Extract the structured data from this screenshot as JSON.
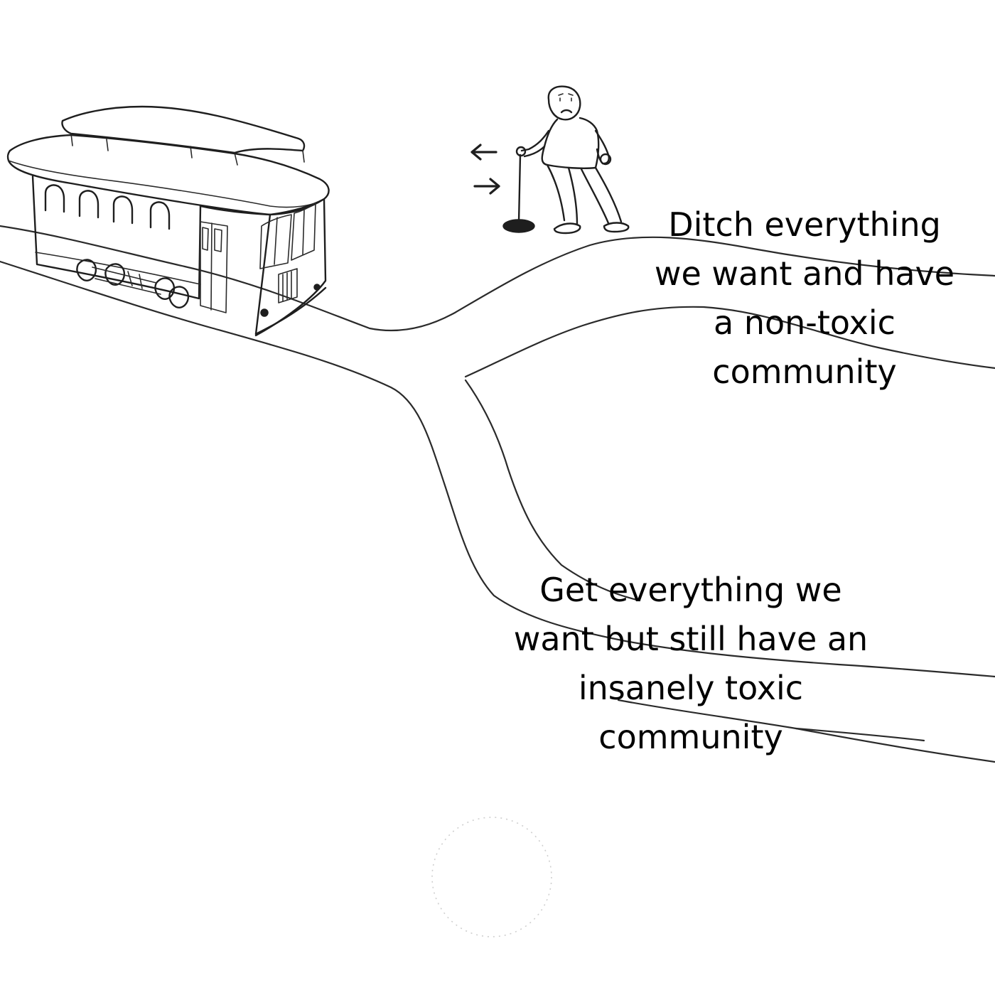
{
  "captions": {
    "top_track": "Ditch everything\nwe want and have\na non-toxic\ncommunity",
    "bottom_track": "Get everything we\nwant but still have an\ninsanely toxic\ncommunity"
  },
  "icons": {
    "lever_arrows": [
      "arrow-left-icon",
      "arrow-right-icon"
    ],
    "character": "worried-man",
    "vehicle": "trolley"
  },
  "colors": {
    "background": "#ffffff",
    "ink": "#1e1e1e",
    "text": "#000000"
  }
}
